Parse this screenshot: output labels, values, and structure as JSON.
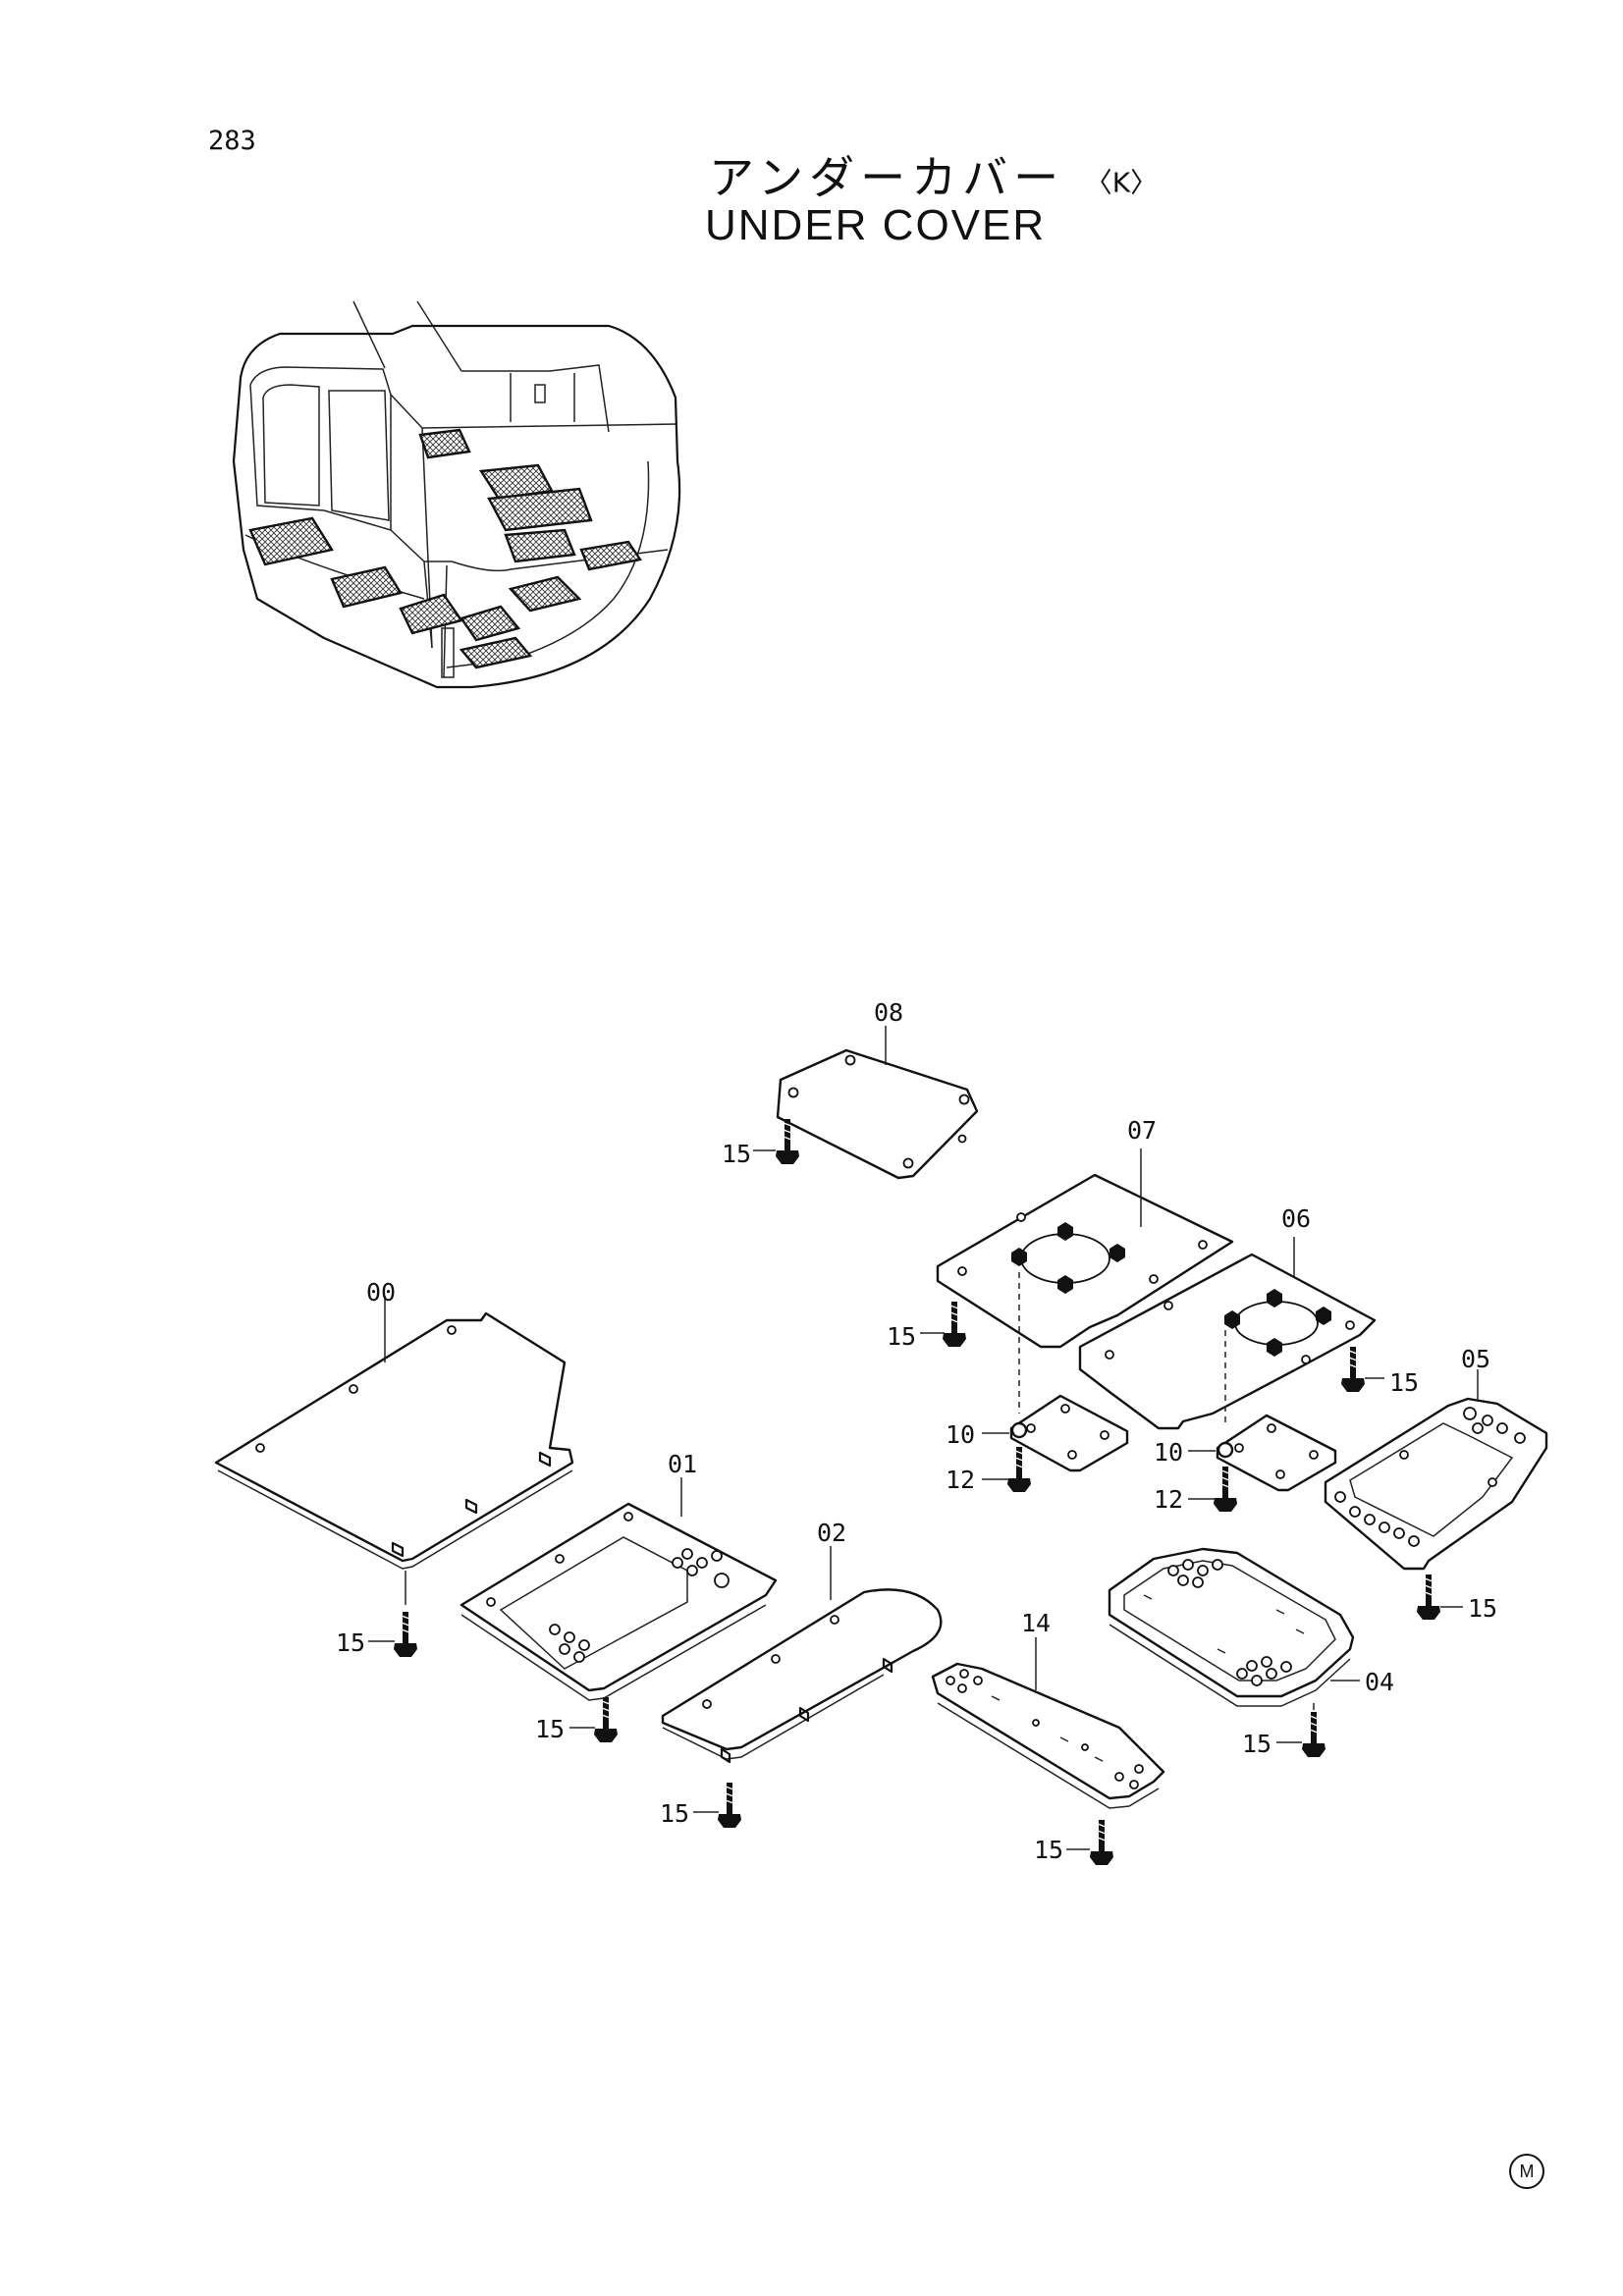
{
  "header": {
    "page_number": "283",
    "title_ja": "アンダーカバー",
    "title_variant": "〈K〉",
    "title_en": "UNDER COVER"
  },
  "callouts": {
    "p00": "00",
    "p01": "01",
    "p02": "02",
    "p04": "04",
    "p05": "05",
    "p06": "06",
    "p07": "07",
    "p08": "08",
    "p10": "10",
    "p12": "12",
    "p14": "14",
    "p15": "15"
  },
  "footer": {
    "mark": "M"
  }
}
